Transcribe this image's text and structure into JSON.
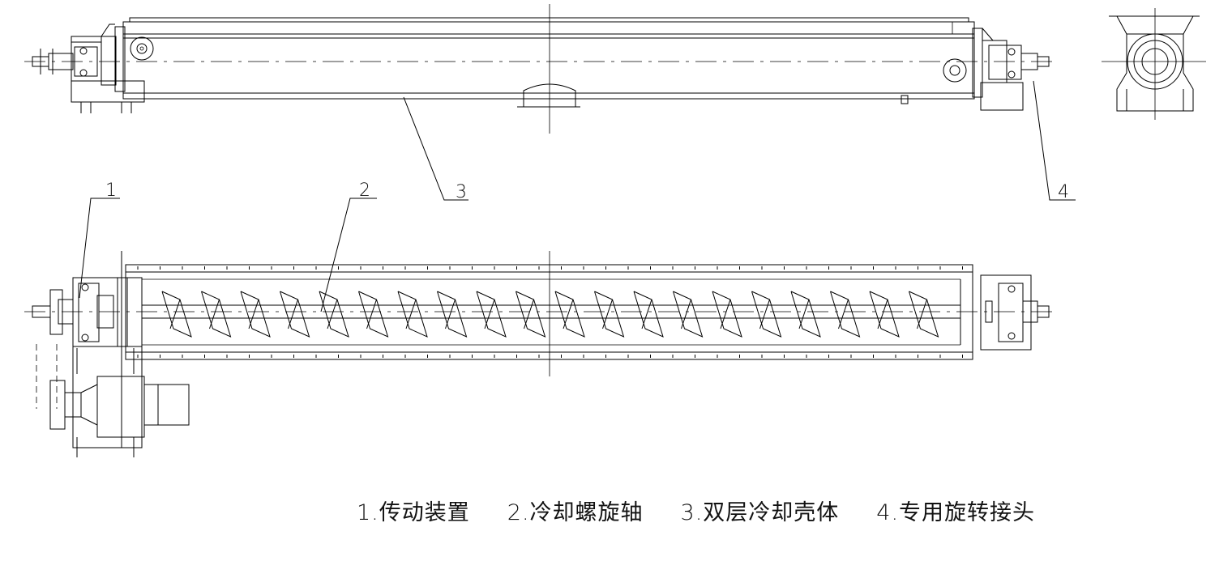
{
  "callouts": {
    "c1": "1",
    "c2": "2",
    "c3": "3",
    "c4": "4"
  },
  "legend": {
    "item1": "1.传动装置",
    "item2": "2.冷却螺旋轴",
    "item3": "3.双层冷却壳体",
    "item4": "4.专用旋转接头"
  },
  "colors": {
    "line": "#000000",
    "background": "#ffffff"
  }
}
